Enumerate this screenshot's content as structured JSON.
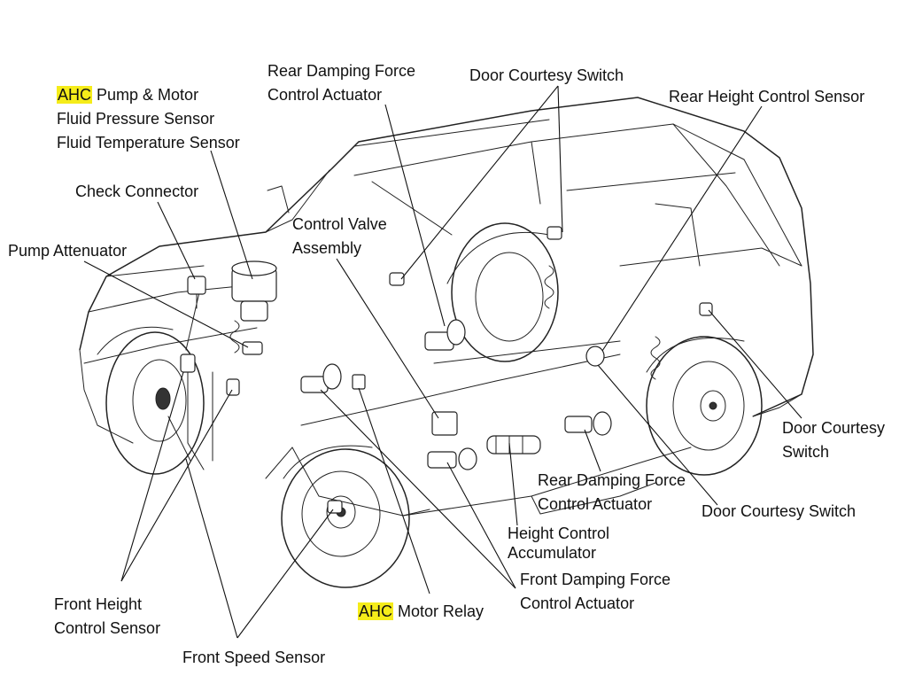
{
  "labels": {
    "ahc_pump_prefix": "AHC",
    "ahc_pump_rest": " Pump & Motor",
    "fluid_pressure": "Fluid Pressure Sensor",
    "fluid_temperature": "Fluid Temperature Sensor",
    "check_connector": "Check Connector",
    "pump_attenuator": "Pump Attenuator",
    "rear_damping_top_1": "Rear Damping Force",
    "rear_damping_top_2": "Control Actuator",
    "door_courtesy_top": "Door Courtesy Switch",
    "rear_height_sensor": "Rear Height Control Sensor",
    "control_valve_1": "Control Valve",
    "control_valve_2": "Assembly",
    "door_courtesy_right_1": "Door Courtesy",
    "door_courtesy_right_2": "Switch",
    "rear_damping_mid_1": "Rear Damping Force",
    "rear_damping_mid_2": "Control Actuator",
    "door_courtesy_mid": "Door Courtesy Switch",
    "height_accumulator_1": "Height Control",
    "height_accumulator_2": "Accumulator",
    "front_damping_1": "Front Damping Force",
    "front_damping_2": "Control Actuator",
    "ahc_relay_prefix": "AHC",
    "ahc_relay_rest": " Motor Relay",
    "front_height_1": "Front Height",
    "front_height_2": "Control Sensor",
    "front_speed": "Front Speed Sensor"
  },
  "colors": {
    "highlight": "#f5ec1a",
    "line": "#222222",
    "background": "#ffffff"
  }
}
